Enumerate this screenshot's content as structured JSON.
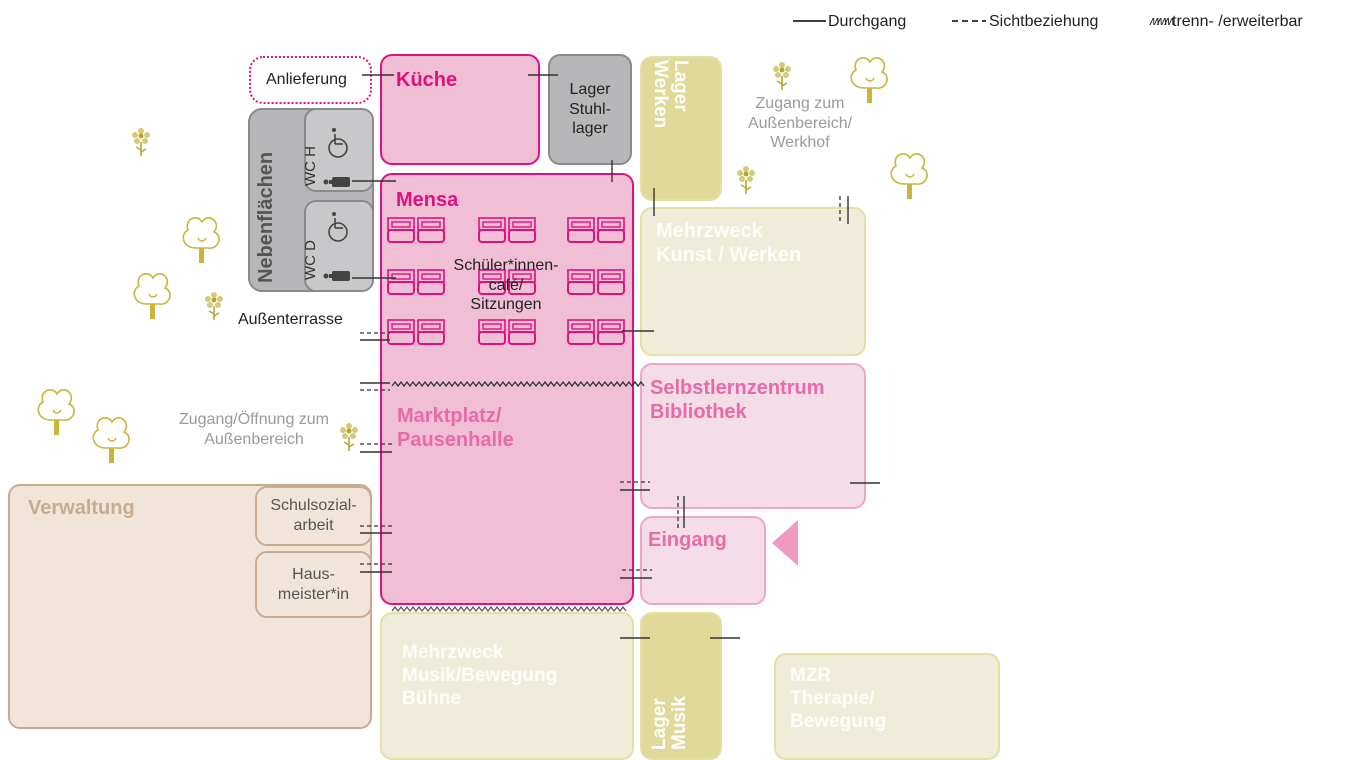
{
  "legend": {
    "passage": "Durchgang",
    "sightline": "Sichtbeziehung",
    "divisible_symbol": "ʍʍʍ",
    "divisible": "trenn- /erweiterbar"
  },
  "rooms": {
    "anlieferung": "Anlieferung",
    "kueche": "Küche",
    "lager": "Lager\nStuhl-\nlager",
    "lager_werken": "Lager\nWerken",
    "zugang_werkhof": "Zugang zum\nAußenbereich/\nWerkhof",
    "nebenflaechen": "Nebenflächen",
    "wc_h": "WC H",
    "wc_d": "WC D",
    "mensa": "Mensa",
    "cafe": "Schüler*innen-\ncafé/\nSitzungen",
    "aussenterrasse": "Außenterrasse",
    "mehrzweck_kunst": "Mehrzweck\nKunst / Werken",
    "marktplatz": "Marktplatz/\nPausenhalle",
    "selbstlern": "Selbstlernzentrum\nBibliothek",
    "zugang_oeffnung": "Zugang/Öffnung zum\nAußenbereich",
    "verwaltung": "Verwaltung",
    "schulsozial": "Schulsozial-\narbeit",
    "hausmeister": "Haus-\nmeister*in",
    "eingang": "Eingang",
    "mehrzweck_musik": "Mehrzweck\nMusik/Bewegung\nBühne",
    "lager_musik": "Lager\nMusik",
    "mzr": "MZR\nTherapie/\nBewegung"
  },
  "colors": {
    "magenta": "#e0107f",
    "pink_fill": "#f0bfd6",
    "light_pink_fill": "#f5dce9",
    "light_pink_border": "#eea6c8",
    "grey_fill": "#b7b7b9",
    "grey_border": "#8a8a8d",
    "olive_fill": "#efecd9",
    "olive_border": "#e5dfa6",
    "olive_dark_fill": "#e1d999",
    "brown_fill": "#f1e5da",
    "brown_border": "#c9ab92",
    "tree": "#c8b53a"
  },
  "icons": {
    "tree": "tree-icon",
    "flower": "flower-icon",
    "wheelchair": "wheelchair-icon",
    "toilet": "toilet-icon",
    "table": "table-icon",
    "entrance": "entrance-arrow-icon"
  }
}
